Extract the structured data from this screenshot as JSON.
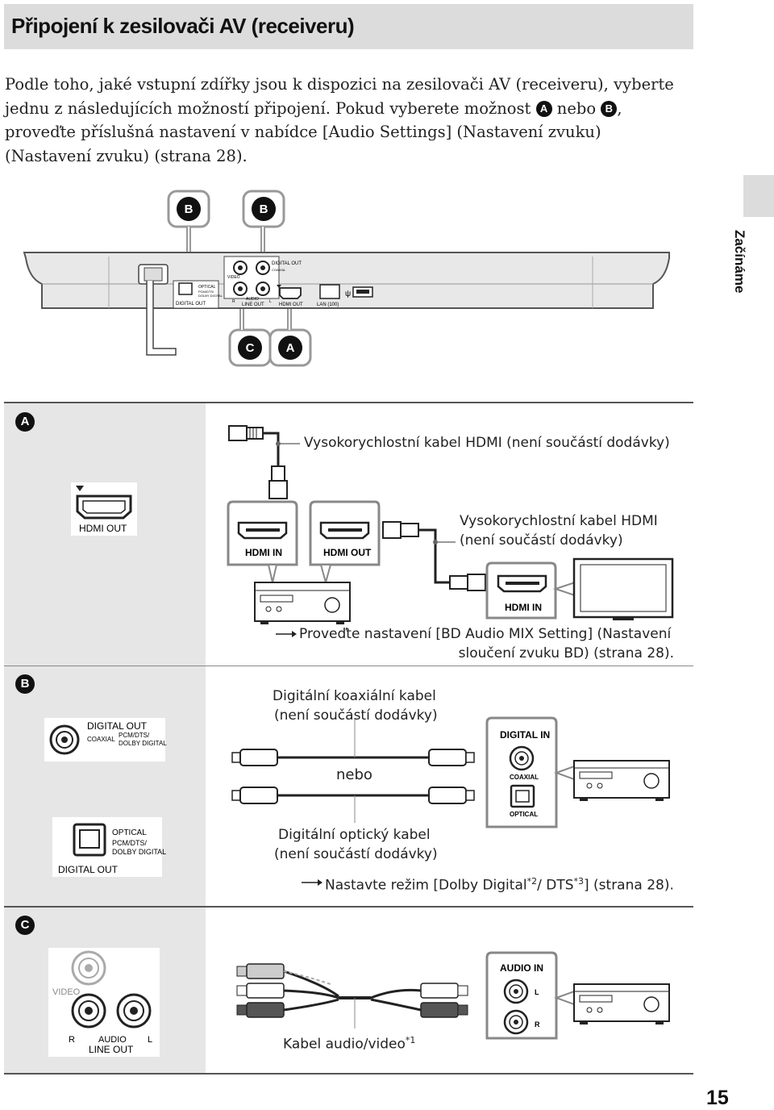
{
  "page": {
    "title": "Připojení k zesilovači AV (receiveru)",
    "intro_line1": "Podle toho, jaké vstupní zdířky jsou k dispozici na zesilovači AV (receiveru), vyberte",
    "intro_line2_a": "jednu z následujících možností připojení. Pokud vyberete možnost",
    "intro_line2_b": "nebo",
    "intro_line2_c": ",",
    "intro_line3": "proveďte příslušná nastavení v nabídce [Audio Settings] (Nastavení zvuku)",
    "intro_line4": "(Nastavení zvuku) (strana 28).",
    "side_tab": "Začínáme",
    "page_number": "15"
  },
  "badges": {
    "a": "A",
    "b": "B",
    "c": "C"
  },
  "player": {
    "digital_out": "DIGITAL OUT",
    "optical": "OPTICAL",
    "pcm": "PCM/DTS/",
    "dolby": "DOLBY DIGITAL",
    "video": "VIDEO",
    "digital_out_coax": "DIGITAL OUT",
    "coaxial": "COAXIAL",
    "r": "R",
    "audio": "AUDIO",
    "l": "L",
    "line_out": "LINE OUT",
    "hdmi_out": "HDMI OUT",
    "lan": "LAN (100)"
  },
  "section_a": {
    "cable1": "Vysokorychlostní kabel HDMI (není součástí dodávky)",
    "hdmi_out": "HDMI OUT",
    "hdmi_in": "HDMI IN",
    "cable2_line1": "Vysokorychlostní kabel HDMI",
    "cable2_line2": "(není součástí dodávky)",
    "tv_hdmi_in": "HDMI IN",
    "note_line1": "Proveďte nastavení [BD Audio MIX Setting] (Nastavení",
    "note_line2": "sloučení zvuku BD) (strana 28)."
  },
  "section_b": {
    "coax_line1": "Digitální koaxiální kabel",
    "coax_line2": "(není součástí dodávky)",
    "or": "nebo",
    "opt_line1": "Digitální optický kabel",
    "opt_line2": "(není součástí dodávky)",
    "digital_out": "DIGITAL OUT",
    "coaxial": "COAXIAL",
    "pcm": "PCM/DTS/",
    "dolby": "DOLBY DIGITAL",
    "optical": "OPTICAL",
    "digital_out2": "DIGITAL OUT",
    "digital_in": "DIGITAL IN",
    "coaxial_in": "COAXIAL",
    "optical_in": "OPTICAL",
    "note_a": "Nastavte režim [Dolby Digital",
    "sup2": "*2",
    "note_b": "/ DTS",
    "sup3": "*3",
    "note_c": "] (strana 28)."
  },
  "section_c": {
    "video": "VIDEO",
    "r": "R",
    "audio": "AUDIO",
    "l": "L",
    "line_out": "LINE OUT",
    "audio_in": "AUDIO IN",
    "in_l": "L",
    "in_r": "R",
    "cable": "Kabel audio/video",
    "sup1": "*1"
  }
}
